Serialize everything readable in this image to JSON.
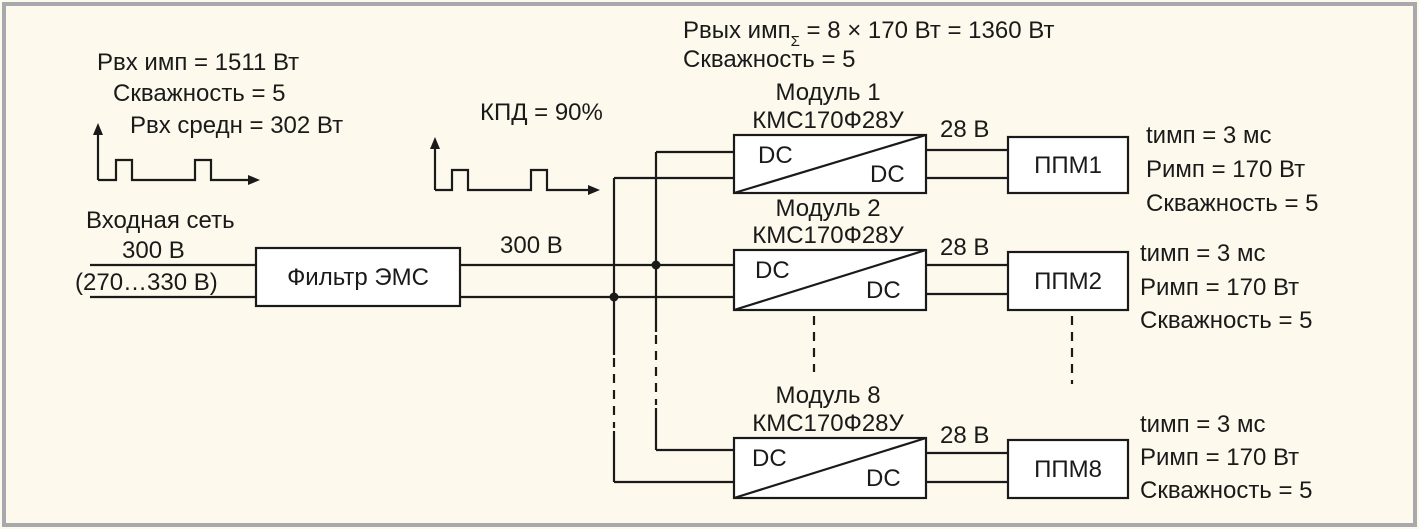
{
  "colors": {
    "background": "#fdf9ec",
    "frame": "#a7a9ac",
    "ink": "#1a1a1a"
  },
  "input_info": {
    "p_in_pulse": "Рвх имп = 1511 Вт",
    "duty": "Скважность = 5",
    "p_in_avg": "Рвх средн = 302 Вт"
  },
  "output_total": {
    "line1_prefix": "Рвых имп",
    "line1_sub": "Σ",
    "line1_suffix": " = 8 × 170 Вт = 1360 Вт",
    "line2": "Скважность = 5"
  },
  "efficiency": "КПД = 90%",
  "input_network": {
    "label": "Входная сеть",
    "voltage": "300 В",
    "range": "(270…330 В)"
  },
  "filter": {
    "label": "Фильтр ЭМС"
  },
  "bus_voltage": "300 В",
  "modules": [
    {
      "name": "Модуль 1",
      "part": "КМС170Ф28У",
      "dc_in": "DC",
      "dc_out": "DC",
      "out_voltage": "28 В",
      "load": "ППМ1",
      "t_pulse": "tимп = 3 мс",
      "p_pulse": "Римп = 170 Вт",
      "duty": "Скважность = 5"
    },
    {
      "name": "Модуль 2",
      "part": "КМС170Ф28У",
      "dc_in": "DC",
      "dc_out": "DC",
      "out_voltage": "28 В",
      "load": "ППМ2",
      "t_pulse": "tимп = 3 мс",
      "p_pulse": "Римп = 170 Вт",
      "duty": "Скважность = 5"
    },
    {
      "name": "Модуль 8",
      "part": "КМС170Ф28У",
      "dc_in": "DC",
      "dc_out": "DC",
      "out_voltage": "28 В",
      "load": "ППМ8",
      "t_pulse": "tимп = 3 мс",
      "p_pulse": "Римп = 170 Вт",
      "duty": "Скважность = 5"
    }
  ]
}
